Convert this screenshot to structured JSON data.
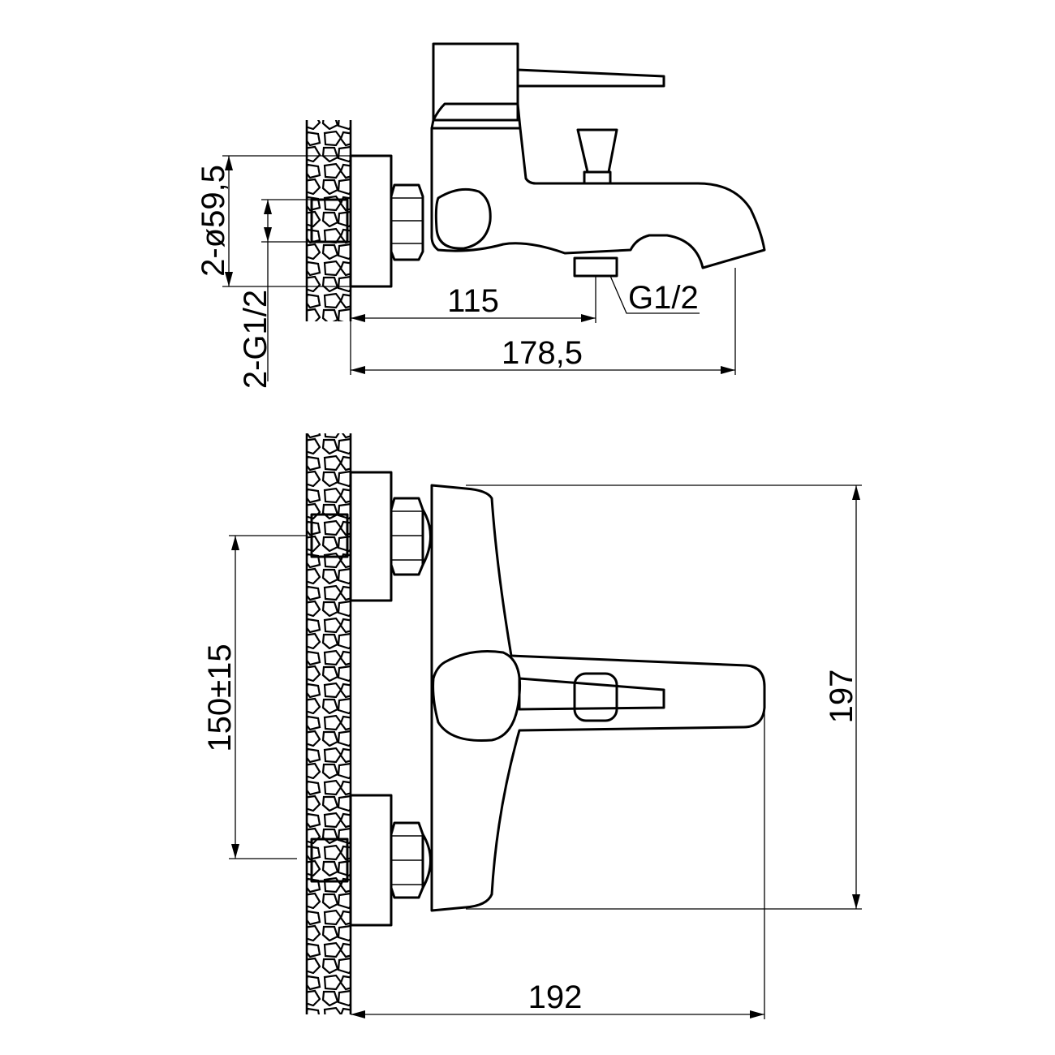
{
  "side_view": {
    "dim_flange_dia": "2-ø59,5",
    "dim_thread": "2-G1/2",
    "dim_outlet_offset": "115",
    "dim_outlet_thread": "G1/2",
    "dim_depth": "178,5"
  },
  "front_view": {
    "dim_centres": "150±15",
    "dim_height": "197",
    "dim_projection": "192"
  }
}
